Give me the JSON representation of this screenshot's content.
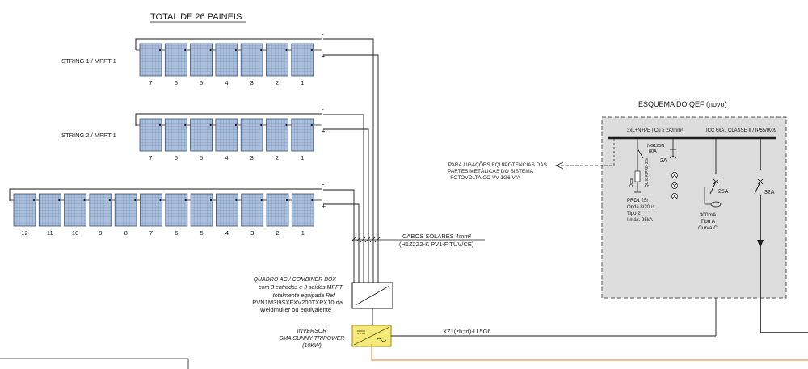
{
  "title": "TOTAL DE 26 PAINEIS",
  "strings": [
    {
      "label": "STRING 1 / MPPT 1",
      "panels": [
        "7",
        "6",
        "5",
        "4",
        "3",
        "2",
        "1"
      ],
      "neg": "-",
      "pos": "+"
    },
    {
      "label": "STRING 2 / MPPT 1",
      "panels": [
        "7",
        "6",
        "5",
        "4",
        "3",
        "2",
        "1"
      ],
      "neg": "-",
      "pos": "+"
    },
    {
      "label": "",
      "panels": [
        "12",
        "11",
        "10",
        "9",
        "8",
        "7",
        "6",
        "5",
        "4",
        "3",
        "2",
        "1"
      ],
      "neg": "-",
      "pos": "+"
    }
  ],
  "cables": {
    "line1": "CABOS SOLARES 4mm²",
    "line2": "(H1Z2Z2-K PV1-F TUV/CE)"
  },
  "combiner": {
    "lines": [
      "QUADRO AC / COMBINER BOX",
      "com 3 entradas e 3 saídas MPPT",
      "totalmente equipada Ref.",
      "PVN1M3I9SXFXV200TXPX10 da",
      "Weidmuller ou equivalente"
    ]
  },
  "inverter": {
    "lines": [
      "INVERSOR",
      "SMA SUNNY TRIPOWER",
      "(10KW)"
    ]
  },
  "ac_cable": "XZ1(zh;frt)-U 5G6",
  "equipotential": {
    "lines": [
      "PARA LIGAÇÕES EQUIPOTENCIAS DAS",
      "PARTES METÁLICAS DO SISTEMA",
      "FOTOVOLTAICO VV 1G6 V/A"
    ]
  },
  "qef": {
    "title": "ESQUEMA DO QEF (novo)",
    "bus_left": "3xL+N+PE | Cu ≥ 2A/mm²",
    "bus_right": "ICC 6kA / CLASSE II / IP65/IK09",
    "nc": [
      "NG125N",
      "80A"
    ],
    "spd_rating": "2A",
    "spd_tags": [
      "Occe",
      "QUICK PRD 25r"
    ],
    "spd_specs": [
      "PRD1 25r",
      "Onda 8/20µs",
      "Tipo 2",
      "I máx. 25kA"
    ],
    "rcd": {
      "rating": "25A",
      "specs": [
        "300mA",
        "Tipo A",
        "Curva C"
      ]
    },
    "main_breaker": "32A"
  }
}
